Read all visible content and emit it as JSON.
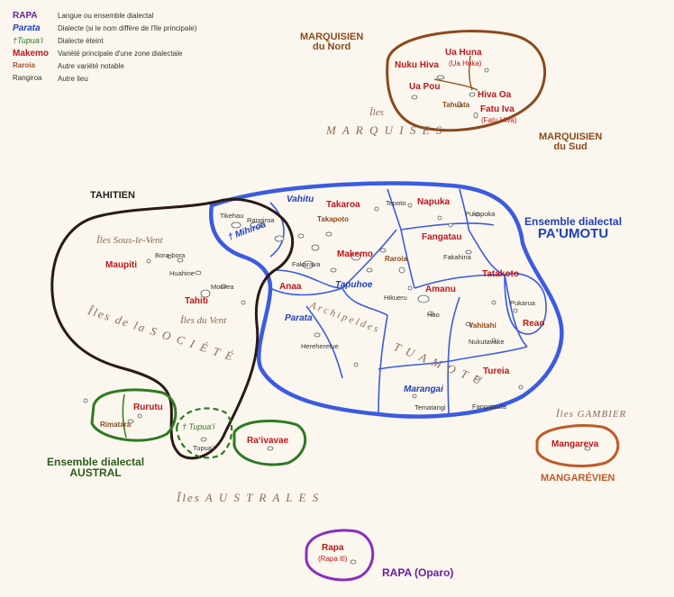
{
  "legend": [
    {
      "key": "RAPA",
      "desc": "Langue ou ensemble dialectal"
    },
    {
      "key": "Parata",
      "desc": "Dialecte (si le nom diffère de l'île principale)"
    },
    {
      "key": "†Tupuaʻi",
      "desc": "Dialecte éteint"
    },
    {
      "key": "Makemo",
      "desc": "Variété principale d'une zone dialectale"
    },
    {
      "key": "Raroia",
      "desc": "Autre variété notable"
    },
    {
      "key": "Rangiroa",
      "desc": "Autre lieu"
    }
  ],
  "zones": {
    "marquisien_nord": [
      "MARQUISIEN",
      "du Nord"
    ],
    "marquisien_sud": [
      "MARQUISIEN",
      "du Sud"
    ],
    "tahitien": "TAHITIEN",
    "paumotu": [
      "Ensemble dialectal",
      "PA'UMOTU"
    ],
    "austral": [
      "Ensemble dialectal",
      "AUSTRAL"
    ],
    "mangarevien": "MANGARÉVIEN",
    "rapa": "RAPA (Oparo)"
  },
  "archipelagos": {
    "marquises_1": "Îles",
    "marquises_2": "M A R Q U I S E S",
    "sous_le_vent": "Îles Sous-le-Vent",
    "du_vent": "Îles du Vent",
    "societe": "Îles de la S O C I É T É",
    "tuamotu_1": "A r c h i p e l  d e s",
    "tuamotu_2": "T U A M O T U",
    "gambier": "Îles GAMBIER",
    "australes": "Îles A U S T R A L E S"
  },
  "marquises": {
    "nuku_hiva": "Nuku Hiva",
    "ua_huna": "Ua Huna",
    "ua_huka": "(Ua Huka)",
    "ua_pou": "Ua Pou",
    "hiva_oa": "Hiva Oa",
    "tahuata": "Tahuata",
    "fatu_iva": "Fatu Iva",
    "fatu_hiva": "(Fatu Hiva)"
  },
  "society": {
    "maupiti": "Maupiti",
    "bora": "Bora-bora",
    "huahine": "Huahine",
    "moorea": "Moorea",
    "tahiti": "Tahiti"
  },
  "tuamotu": {
    "vahitu": "Vahitu",
    "takaroa": "Takaroa",
    "takapoto": "Takapoto",
    "tepoto": "Tepoto",
    "napuka": "Napuka",
    "pukapuka": "Pukapuka",
    "tikehau": "Tikehau",
    "rangiroa": "Rangiroa",
    "mihiroa": "† Mihiroa",
    "fangatau": "Fangatau",
    "fakahina": "Fakahina",
    "makemo": "Makemo",
    "raroia": "Raroia",
    "fakarava": "Fakarava",
    "tatakoto": "Tatakoto",
    "anaa": "Anaa",
    "tapuhoe": "Tapuhoe",
    "amanu": "Amanu",
    "hikueru": "Hikueru",
    "hao": "Hao",
    "pukarua": "Pukarua",
    "reao": "Reao",
    "parata": "Parata",
    "hereheretue": "Hereheretue",
    "vahitahi": "Vahitahi",
    "nukutavake": "Nukutavake",
    "tureia": "Tureia",
    "marangai": "Marangai",
    "tematangi": "Tematangi",
    "fangataufa": "Fangataufa"
  },
  "austral": {
    "rurutu": "Rurutu",
    "rimatara": "Rimatara",
    "tupuai": "† Tupuaʻi",
    "tupuai2": "Tupuaʻi",
    "raivavae": "Raʻivavae"
  },
  "gambier": {
    "mangareva": "Mangareva"
  },
  "rapa": {
    "rapa": "Rapa",
    "rapa_iti": "(Rapa iti)"
  },
  "colors": {
    "marquisien": "#8b4a1c",
    "tahitien": "#222222",
    "paumotu": "#3b5be0",
    "austral": "#2e7a22",
    "mangarevien": "#c05a2a",
    "rapa": "#8a2fc0",
    "main_variety": "#c0161b"
  }
}
